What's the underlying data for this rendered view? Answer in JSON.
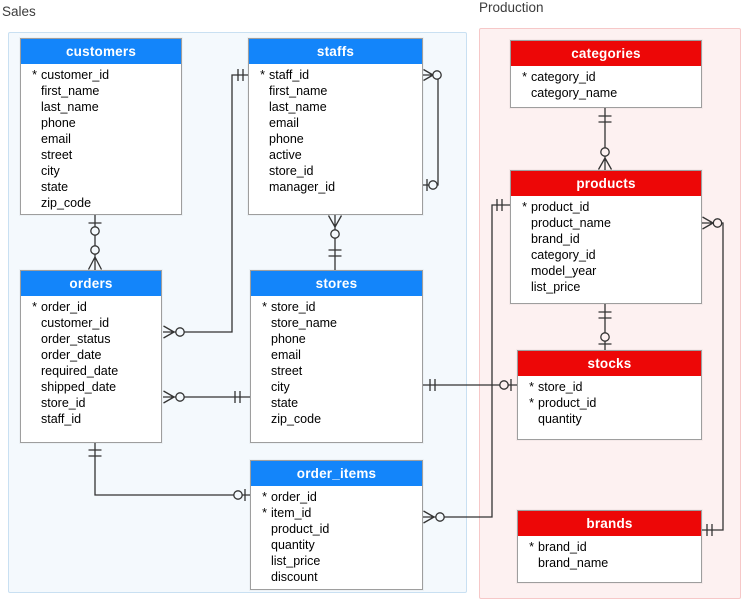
{
  "groups": {
    "sales": {
      "label": "Sales"
    },
    "production": {
      "label": "Production"
    }
  },
  "colors": {
    "sales_table_header": "#1385fa",
    "production_table_header": "#ed0707",
    "connector_line": "#333333"
  },
  "tables": {
    "customers": {
      "title": "customers",
      "fields": [
        {
          "star": "*",
          "name": "customer_id"
        },
        {
          "star": "",
          "name": "first_name"
        },
        {
          "star": "",
          "name": "last_name"
        },
        {
          "star": "",
          "name": "phone"
        },
        {
          "star": "",
          "name": "email"
        },
        {
          "star": "",
          "name": "street"
        },
        {
          "star": "",
          "name": "city"
        },
        {
          "star": "",
          "name": "state"
        },
        {
          "star": "",
          "name": "zip_code"
        }
      ]
    },
    "staffs": {
      "title": "staffs",
      "fields": [
        {
          "star": "*",
          "name": "staff_id"
        },
        {
          "star": "",
          "name": "first_name"
        },
        {
          "star": "",
          "name": "last_name"
        },
        {
          "star": "",
          "name": "email"
        },
        {
          "star": "",
          "name": "phone"
        },
        {
          "star": "",
          "name": "active"
        },
        {
          "star": "",
          "name": "store_id"
        },
        {
          "star": "",
          "name": "manager_id"
        }
      ]
    },
    "orders": {
      "title": "orders",
      "fields": [
        {
          "star": "*",
          "name": "order_id"
        },
        {
          "star": "",
          "name": "customer_id"
        },
        {
          "star": "",
          "name": "order_status"
        },
        {
          "star": "",
          "name": "order_date"
        },
        {
          "star": "",
          "name": "required_date"
        },
        {
          "star": "",
          "name": "shipped_date"
        },
        {
          "star": "",
          "name": "store_id"
        },
        {
          "star": "",
          "name": "staff_id"
        }
      ]
    },
    "stores": {
      "title": "stores",
      "fields": [
        {
          "star": "*",
          "name": "store_id"
        },
        {
          "star": "",
          "name": "store_name"
        },
        {
          "star": "",
          "name": "phone"
        },
        {
          "star": "",
          "name": "email"
        },
        {
          "star": "",
          "name": "street"
        },
        {
          "star": "",
          "name": "city"
        },
        {
          "star": "",
          "name": "state"
        },
        {
          "star": "",
          "name": "zip_code"
        }
      ]
    },
    "order_items": {
      "title": "order_items",
      "fields": [
        {
          "star": "*",
          "name": "order_id"
        },
        {
          "star": "*",
          "name": "item_id"
        },
        {
          "star": "",
          "name": "product_id"
        },
        {
          "star": "",
          "name": "quantity"
        },
        {
          "star": "",
          "name": "list_price"
        },
        {
          "star": "",
          "name": "discount"
        }
      ]
    },
    "categories": {
      "title": "categories",
      "fields": [
        {
          "star": "*",
          "name": "category_id"
        },
        {
          "star": "",
          "name": "category_name"
        }
      ]
    },
    "products": {
      "title": "products",
      "fields": [
        {
          "star": "*",
          "name": "product_id"
        },
        {
          "star": "",
          "name": "product_name"
        },
        {
          "star": "",
          "name": "brand_id"
        },
        {
          "star": "",
          "name": "category_id"
        },
        {
          "star": "",
          "name": "model_year"
        },
        {
          "star": "",
          "name": "list_price"
        }
      ]
    },
    "stocks": {
      "title": "stocks",
      "fields": [
        {
          "star": "*",
          "name": "store_id"
        },
        {
          "star": "*",
          "name": "product_id"
        },
        {
          "star": "",
          "name": "quantity"
        }
      ]
    },
    "brands": {
      "title": "brands",
      "fields": [
        {
          "star": "*",
          "name": "brand_id"
        },
        {
          "star": "",
          "name": "brand_name"
        }
      ]
    }
  },
  "relationships": [
    {
      "from": "customers",
      "to": "orders",
      "from_card": "zero-or-one",
      "to_card": "zero-or-many"
    },
    {
      "from": "staffs",
      "to": "orders",
      "from_card": "one",
      "to_card": "zero-or-many"
    },
    {
      "from": "stores",
      "to": "staffs",
      "from_card": "one",
      "to_card": "zero-or-many"
    },
    {
      "from": "stores",
      "to": "orders",
      "from_card": "one",
      "to_card": "zero-or-many"
    },
    {
      "from": "orders",
      "to": "order_items",
      "from_card": "one",
      "to_card": "zero-or-one"
    },
    {
      "from": "products",
      "to": "order_items",
      "from_card": "one",
      "to_card": "zero-or-many"
    },
    {
      "from": "stores",
      "to": "stocks",
      "from_card": "one",
      "to_card": "zero-or-one"
    },
    {
      "from": "products",
      "to": "stocks",
      "from_card": "one",
      "to_card": "zero-or-one"
    },
    {
      "from": "brands",
      "to": "products",
      "from_card": "one",
      "to_card": "zero-or-many"
    },
    {
      "from": "staffs",
      "to": "staffs",
      "from_card": "zero-or-one",
      "to_card": "zero-or-many"
    },
    {
      "from": "categories",
      "to": "products",
      "from_card": "one",
      "to_card": "zero-or-many"
    }
  ]
}
